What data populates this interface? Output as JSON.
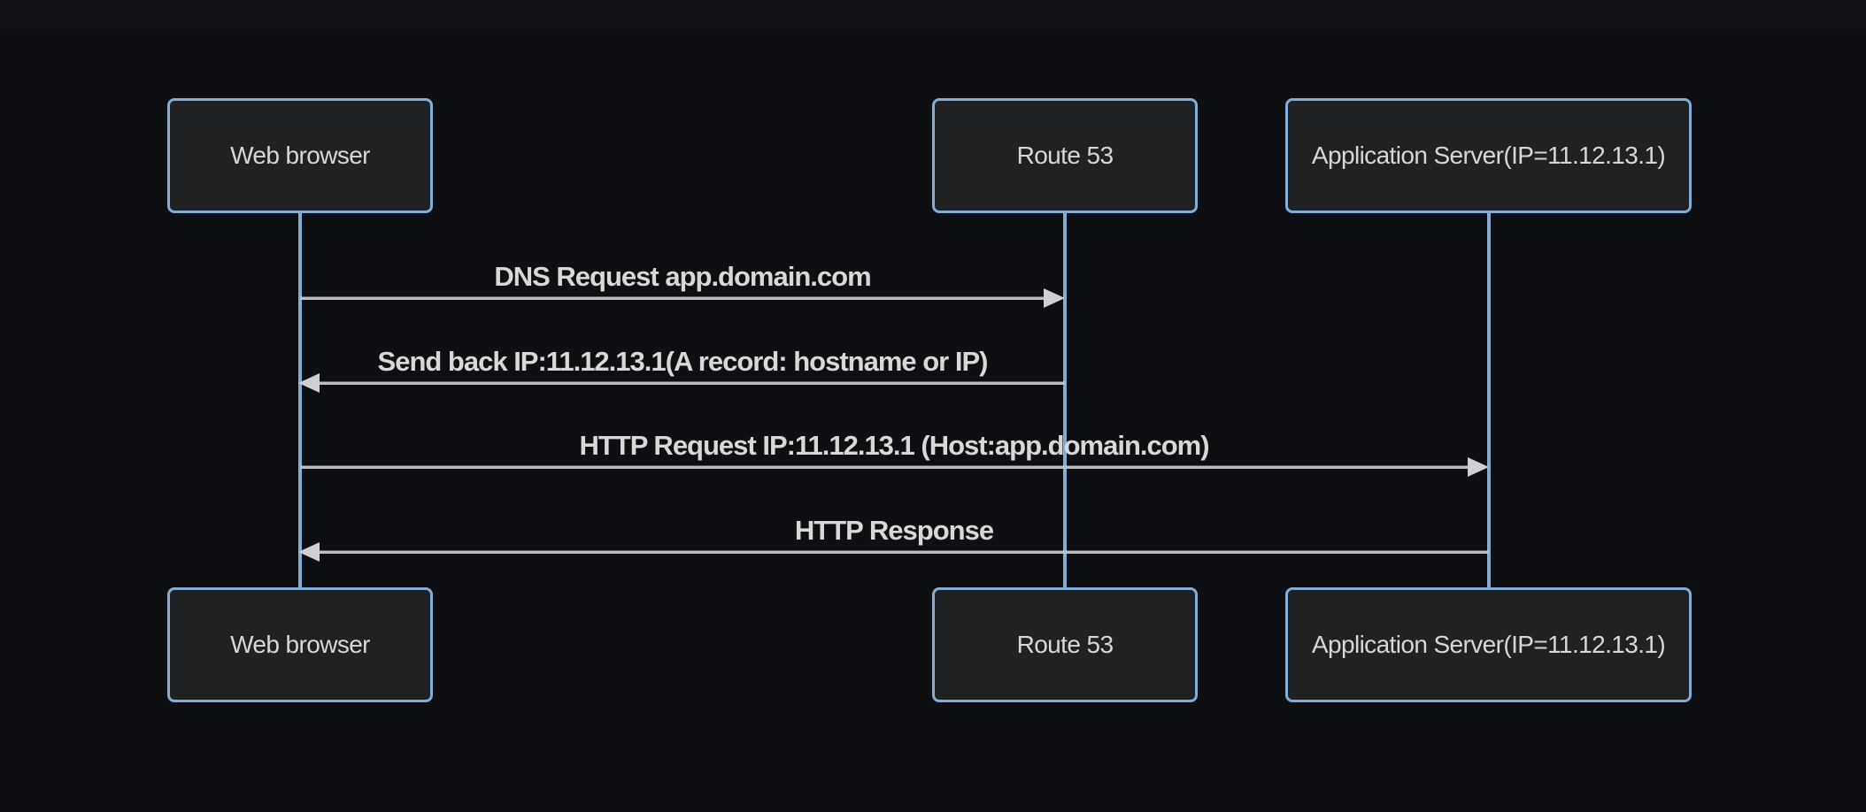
{
  "diagram": {
    "type": "sequence-diagram",
    "theme": "dark",
    "actors": [
      {
        "id": "browser",
        "label": "Web browser"
      },
      {
        "id": "route53",
        "label": "Route 53"
      },
      {
        "id": "appserver",
        "label": "Application Server(IP=11.12.13.1)"
      }
    ],
    "messages": [
      {
        "from": "browser",
        "to": "route53",
        "direction": "right",
        "style": "solid",
        "label": "DNS Request app.domain.com"
      },
      {
        "from": "route53",
        "to": "browser",
        "direction": "left",
        "style": "solid",
        "label": "Send back IP:11.12.13.1(A record: hostname or IP)"
      },
      {
        "from": "browser",
        "to": "appserver",
        "direction": "right",
        "style": "solid",
        "label": "HTTP Request IP:11.12.13.1 (Host:app.domain.com)"
      },
      {
        "from": "appserver",
        "to": "browser",
        "direction": "left",
        "style": "solid",
        "label": "HTTP Response"
      }
    ],
    "colors": {
      "background": "#0d0f13",
      "actor_fill": "#1f2122",
      "actor_border": "#81aed6",
      "actor_text": "#d6d7d8",
      "lifeline": "#85aad5",
      "signal_line": "#bdbfc1",
      "signal_text": "#d8d8d8",
      "arrowhead": "#cfd0d1"
    }
  }
}
